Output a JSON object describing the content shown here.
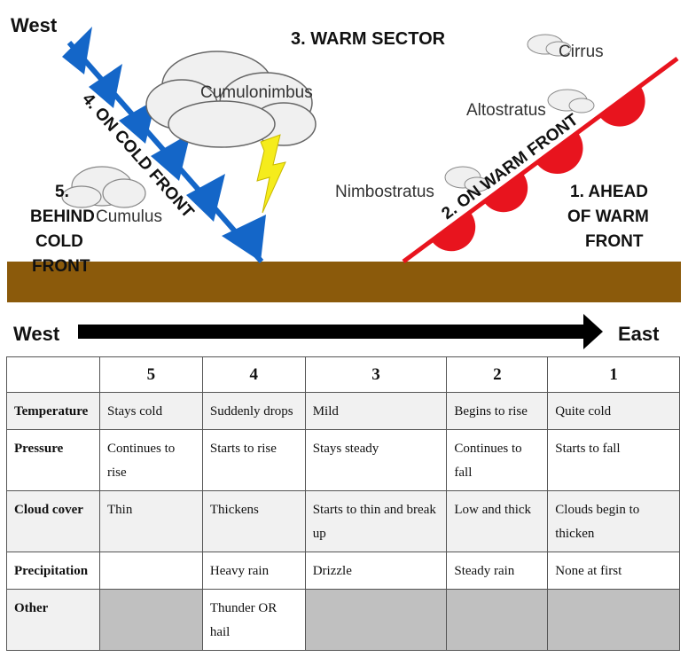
{
  "diagram": {
    "west_label": "West",
    "warm_sector": "3. WARM SECTOR",
    "cold_front_label": "4. ON COLD FRONT",
    "warm_front_label": "2. ON WARM FRONT",
    "behind_cold_front": [
      "5.",
      "BEHIND",
      "COLD",
      "FRONT"
    ],
    "ahead_of_warm_front": [
      "1. AHEAD",
      "OF WARM",
      "FRONT"
    ],
    "clouds": {
      "cumulonimbus": "Cumulonimbus",
      "cirrus": "Cirrus",
      "altostratus": "Altostratus",
      "nimbostratus": "Nimbostratus",
      "cumulus": "Cumulus"
    },
    "colors": {
      "cold_front": "#1466c8",
      "warm_front": "#e8141e",
      "ground": "#8b5a0b",
      "lightning": "#f5ec1c"
    }
  },
  "arrow": {
    "left": "West",
    "right": "East"
  },
  "table": {
    "headers": [
      "",
      "5",
      "4",
      "3",
      "2",
      "1"
    ],
    "rows": [
      {
        "label": "Temperature",
        "cells": [
          "Stays cold",
          "Suddenly drops",
          "Mild",
          "Begins to rise",
          "Quite cold"
        ]
      },
      {
        "label": "Pressure",
        "cells": [
          "Continues to rise",
          "Starts to rise",
          "Stays steady",
          "Continues to fall",
          "Starts to fall"
        ]
      },
      {
        "label": "Cloud cover",
        "cells": [
          "Thin",
          "Thickens",
          "Starts to thin and break up",
          "Low and thick",
          "Clouds begin to thicken"
        ]
      },
      {
        "label": "Precipitation",
        "cells": [
          "",
          "Heavy rain",
          "Drizzle",
          "Steady rain",
          "None at first"
        ]
      },
      {
        "label": "Other",
        "cells": [
          "",
          "Thunder OR hail",
          "",
          "",
          ""
        ]
      }
    ]
  }
}
